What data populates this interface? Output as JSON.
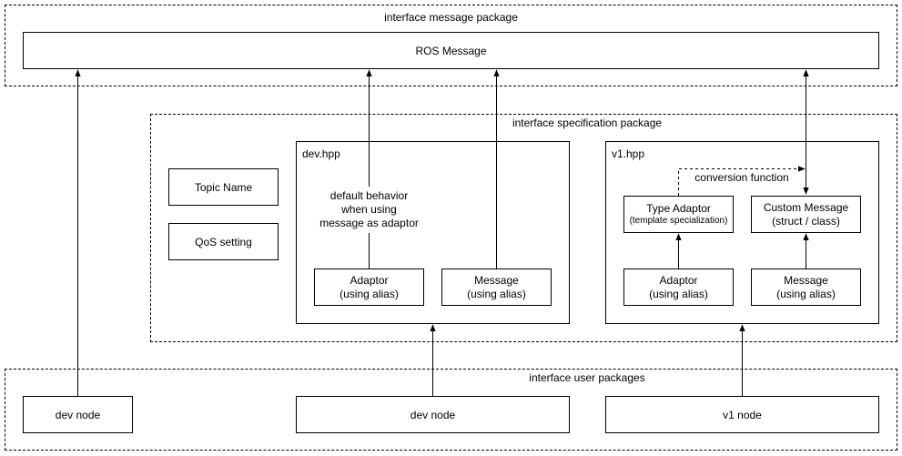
{
  "packages": {
    "message": {
      "label": "interface message package"
    },
    "specification": {
      "label": "interface specification package"
    },
    "user": {
      "label": "interface user packages"
    }
  },
  "ros_message": {
    "label": "ROS Message"
  },
  "spec": {
    "topic_name": "Topic Name",
    "qos_setting": "QoS setting",
    "dev_hpp": {
      "title": "dev.hpp",
      "default_behavior": [
        "default behavior",
        "when using",
        "message as adaptor"
      ],
      "adaptor": [
        "Adaptor",
        "(using alias)"
      ],
      "message": [
        "Message",
        "(using alias)"
      ]
    },
    "v1_hpp": {
      "title": "v1.hpp",
      "conversion_function": "conversion function",
      "type_adaptor": [
        "Type Adaptor",
        "(template specialization)"
      ],
      "custom_message": [
        "Custom Message",
        "(struct / class)"
      ],
      "adaptor": [
        "Adaptor",
        "(using alias)"
      ],
      "message": [
        "Message",
        "(using alias)"
      ]
    }
  },
  "user_nodes": {
    "dev_node_left": "dev node",
    "dev_node_mid": "dev node",
    "v1_node": "v1 node"
  }
}
